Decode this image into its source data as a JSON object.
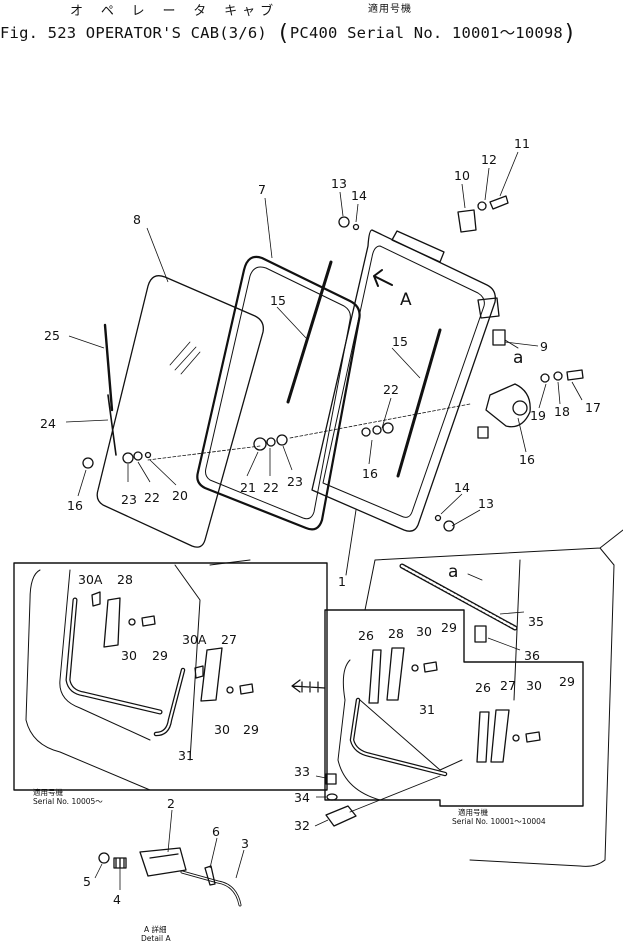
{
  "header": {
    "title_kana": "オ ペ レ ー タ キャブ",
    "applicable_kanji": "適用号機",
    "fig_label": "Fig. 523  OPERATOR'S CAB(3/6)",
    "serial_label": "PC400 Serial No. 10001～10098",
    "paren_open": "(",
    "paren_close": ")"
  },
  "callouts": {
    "n1": "1",
    "n2": "2",
    "n3": "3",
    "n4": "4",
    "n5": "5",
    "n6": "6",
    "n7": "7",
    "n8": "8",
    "n9": "9",
    "n10": "10",
    "n11": "11",
    "n12": "12",
    "n13a": "13",
    "n13b": "13",
    "n14a": "14",
    "n14b": "14",
    "n15a": "15",
    "n15b": "15",
    "n16a": "16",
    "n16b": "16",
    "n16c": "16",
    "n17": "17",
    "n18": "18",
    "n19": "19",
    "n20": "20",
    "n21": "21",
    "n22a": "22",
    "n22b": "22",
    "n22c": "22",
    "n23a": "23",
    "n23b": "23",
    "n24": "24",
    "n25": "25",
    "n26a": "26",
    "n26b": "26",
    "n27a": "27",
    "n27b": "27",
    "n28a": "28",
    "n28b": "28",
    "n29a": "29",
    "n29b": "29",
    "n29c": "29",
    "n29d": "29",
    "n30a": "30",
    "n30b": "30",
    "n30c": "30",
    "n30d": "30",
    "n30Aa": "30A",
    "n30Ab": "30A",
    "n31a": "31",
    "n31b": "31",
    "n32": "32",
    "n33": "33",
    "n34": "34",
    "n35": "35",
    "n36": "36",
    "viewA": "A",
    "markA_top": "a",
    "markA_side": "a"
  },
  "insets": {
    "left_applicable": "適用号機",
    "left_serial": "Serial No. 10005～",
    "right_applicable": "適用号機",
    "right_serial": "Serial No. 10001～10004",
    "detail_kanji": "A 詳細",
    "detail_label": "Detail A"
  }
}
